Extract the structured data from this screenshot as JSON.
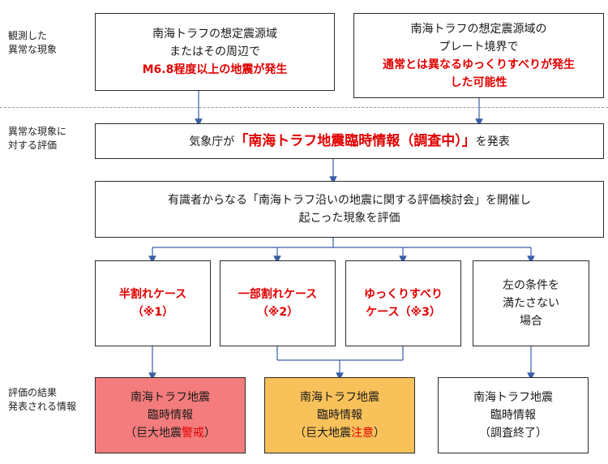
{
  "side_labels": {
    "observed": [
      "観測した",
      "異常な現象"
    ],
    "evaluation": [
      "異常な現象に",
      "対する評価"
    ],
    "result": [
      "評価の結果",
      "発表される情報"
    ]
  },
  "obs_left": {
    "line1": "南海トラフの想定震源域",
    "line2": "またはその周辺で",
    "line3": "M6.8程度以上の地震が発生"
  },
  "obs_right": {
    "line1": "南海トラフの想定震源域の",
    "line2": "プレート境界で",
    "line3": "通常とは異なるゆっくりすべりが発生",
    "line4": "した可能性"
  },
  "jma": {
    "prefix": "気象庁が",
    "highlight": "「南海トラフ地震臨時情報（調査中）」",
    "suffix": "を発表"
  },
  "committee": {
    "line1": "有識者からなる「南海トラフ沿いの地震に関する評価検討会」を開催し",
    "line2": "起こった現象を評価"
  },
  "cases": [
    {
      "line1": "半割れケース",
      "line2": "（※1）"
    },
    {
      "line1": "一部割れケース",
      "line2": "（※2）"
    },
    {
      "line1": "ゆっくりすべり",
      "line2": "ケース（※3）"
    },
    {
      "line1": "左の条件を",
      "line2": "満たさない",
      "line3": "場合"
    }
  ],
  "results": [
    {
      "line1": "南海トラフ地震",
      "line2": "臨時情報",
      "line3_pre": "（巨大地震",
      "line3_hl": "警戒",
      "line3_post": "）"
    },
    {
      "line1": "南海トラフ地震",
      "line2": "臨時情報",
      "line3_pre": "（巨大地震",
      "line3_hl": "注意",
      "line3_post": "）"
    },
    {
      "line1": "南海トラフ地震",
      "line2": "臨時情報",
      "line3": "（調査終了）"
    }
  ],
  "colors": {
    "warning_fill": "#f47c7c",
    "advisory_fill": "#f9c15a",
    "highlight_text": "#e00000",
    "arrow": "#3b5ea8"
  }
}
